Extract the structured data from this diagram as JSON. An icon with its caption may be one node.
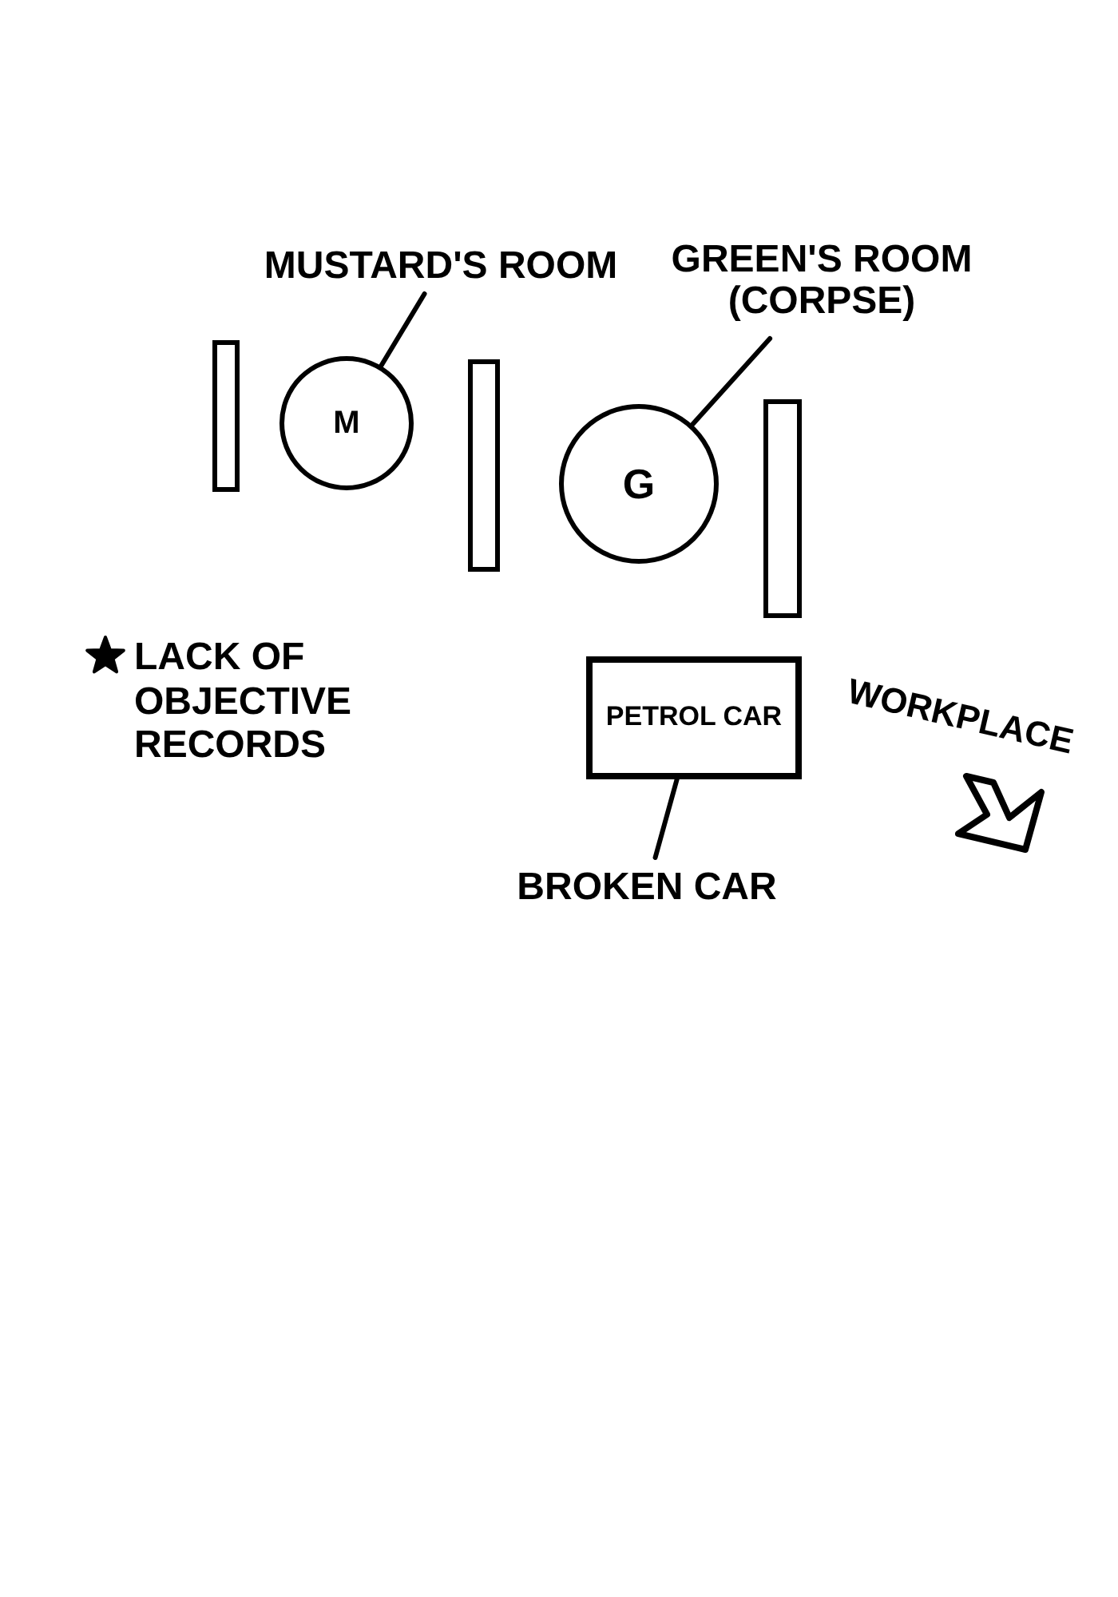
{
  "diagram": {
    "nodes": [
      {
        "text": [
          "MUSTARD'S ROOM"
        ]
      },
      {
        "text": [
          "GREEN'S ROOM (CORPSE)"
        ]
      },
      {
        "text": [],
        "shape": "bar"
      },
      {
        "text": [
          "M"
        ]
      },
      {
        "text": [],
        "shape": "bar"
      },
      {
        "text": [
          "G"
        ]
      },
      {
        "text": [],
        "shape": "bar"
      },
      {
        "text": [
          "PETROL CAR"
        ]
      },
      {
        "text": [
          "BROKEN CAR"
        ]
      }
    ],
    "edges": [
      {
        "from": 0,
        "to": 3,
        "arrow": "none"
      },
      {
        "from": 1,
        "to": 5,
        "arrow": "none"
      },
      {
        "from": 8,
        "to": 7,
        "arrow": "none"
      }
    ],
    "labels": [
      "LACK OF OBJECTIVE RECORDS",
      "WORKPLACE"
    ]
  }
}
